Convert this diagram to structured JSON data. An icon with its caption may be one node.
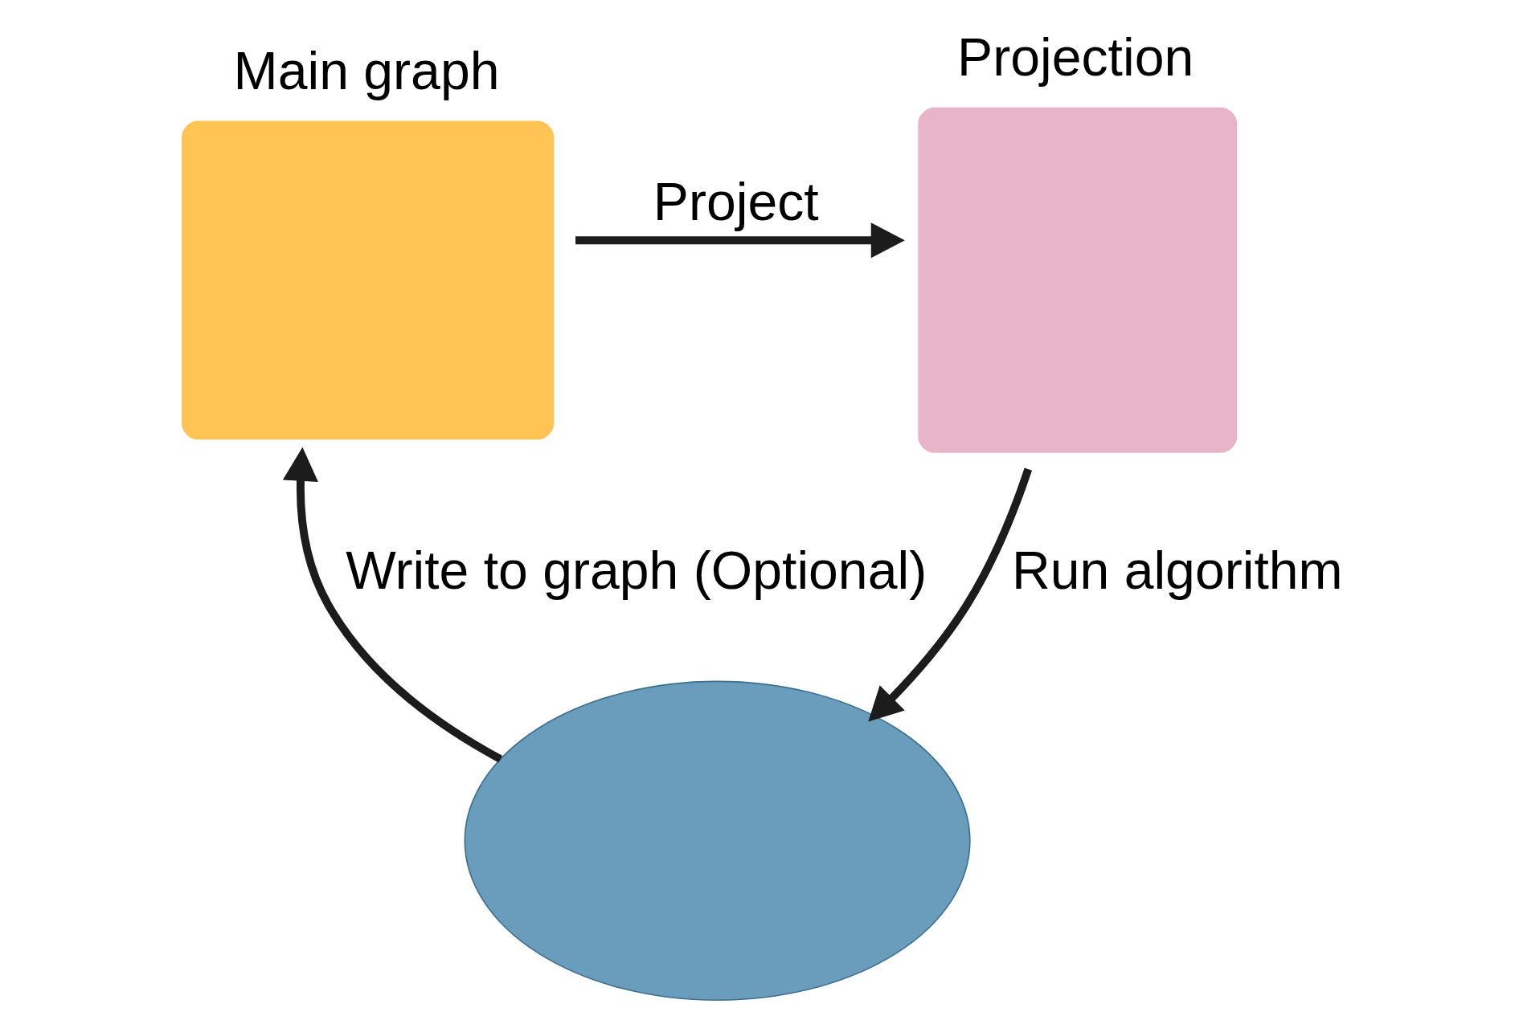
{
  "diagram": {
    "nodes": [
      {
        "text": [
          "Main graph"
        ]
      },
      {
        "text": [
          "Projection"
        ]
      },
      {
        "text": [],
        "shape": "cloud"
      }
    ],
    "edges": [
      {
        "from": 0,
        "to": 1,
        "arrow": "to",
        "label": "Project"
      },
      {
        "from": 1,
        "to": 2,
        "arrow": "to",
        "label": "Run algorithm"
      },
      {
        "from": 2,
        "to": 0,
        "arrow": "to",
        "label": "Write to graph (Optional)"
      }
    ]
  }
}
